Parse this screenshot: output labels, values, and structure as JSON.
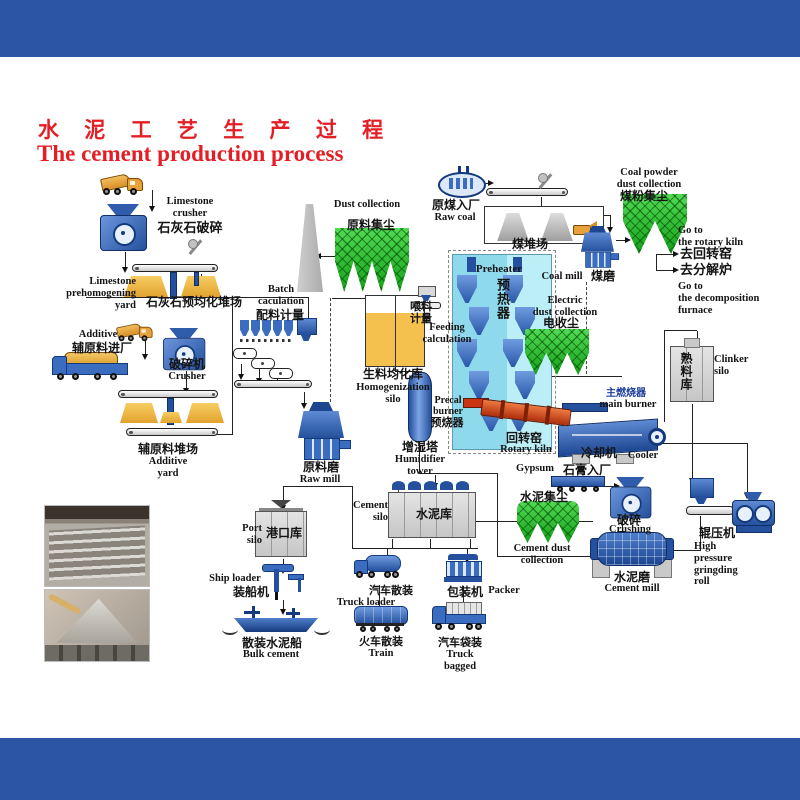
{
  "title": {
    "zh": "水 泥 工 艺 生 产 过 程",
    "en": "The cement production process"
  },
  "colors": {
    "band": "#2d55a5",
    "title_red": "#e31e25",
    "machine_blue": "#3a6cc0",
    "machine_dark_blue": "#143a7e",
    "collector_green": "#2ec02e",
    "kiln_red": "#cc3a12",
    "pile_yellow": "#f2c14e",
    "preheater_cyan": "#8fd9ec",
    "silo_gray": "#c9c9c9"
  },
  "nodes": {
    "limestone_crusher": {
      "en": "Limestone\ncrusher",
      "zh": "石灰石破碎"
    },
    "limestone_yard": {
      "en": "Limestone\nprehomogening\nyard",
      "zh": "石灰石预均化堆场"
    },
    "additive_in": {
      "en": "Additive",
      "zh": "辅原料进厂"
    },
    "additive_crusher": {
      "zh": "破碎机",
      "en": "Crusher"
    },
    "additive_yard": {
      "zh": "辅原料堆场",
      "en": "Additive\nyard"
    },
    "batch": {
      "en": "Batch\ncaculation",
      "zh": "配料计量"
    },
    "raw_mill": {
      "zh": "原料磨",
      "en": "Raw mill"
    },
    "dust_collection": {
      "en": "Dust collection",
      "zh": "原料集尘"
    },
    "homogenization_silo": {
      "zh": "生料均化库",
      "en": "Homogenization\nsilo"
    },
    "feeding": {
      "zh": "喂料\n计量",
      "en": "Feeding\ncalculation"
    },
    "humidifier": {
      "zh": "增湿塔",
      "en": "Humidifier\ntower"
    },
    "preheater": {
      "en": "Preheater",
      "zh": "预热器"
    },
    "precal_burner": {
      "en": "Precal\nburner",
      "zh": "预烧器"
    },
    "raw_coal": {
      "zh": "原煤入厂",
      "en": "Raw coal"
    },
    "coal_yard": {
      "zh": "煤堆场"
    },
    "coal_mill": {
      "en": "Coal mill",
      "zh": "煤磨"
    },
    "coal_dust": {
      "en": "Coal powder\ndust collection",
      "zh": "煤粉集尘"
    },
    "go_rotary_kiln": {
      "en": "Go to\nthe rotary kiln",
      "zh": "去回转窑"
    },
    "go_decomposition": {
      "zh": "去分解炉",
      "en": "Go to\nthe decomposition\nfurnace"
    },
    "electric_dust": {
      "en": "Electric\ndust collection",
      "zh": "电收尘"
    },
    "clinker_silo": {
      "zh": "熟料库",
      "en": "Clinker\nsilo"
    },
    "main_burner": {
      "zh": "主燃烧器",
      "en": "main burner"
    },
    "rotary_kiln": {
      "zh": "回转窑",
      "en": "Rotary kiln"
    },
    "cooler": {
      "zh": "冷却机",
      "en": "Cooler"
    },
    "gypsum": {
      "en": "Gypsum",
      "zh": "石膏入厂"
    },
    "cement_dust": {
      "zh": "水泥集尘",
      "en": "Cement dust\ncollection"
    },
    "crushing": {
      "zh": "破碎",
      "en": "Crushing"
    },
    "roll_press": {
      "zh": "辊压机",
      "en": "High\npressure\ngringding\nroll"
    },
    "cement_mill": {
      "zh": "水泥磨",
      "en": "Cement mill"
    },
    "cement_silo": {
      "en": "Cement\nsilo",
      "zh": "水泥库"
    },
    "port_silo": {
      "en": "Port\nsilo",
      "zh": "港口库"
    },
    "ship_loader": {
      "en": "Ship loader",
      "zh": "装船机"
    },
    "bulk_cement": {
      "zh": "散装水泥船",
      "en": "Bulk cement"
    },
    "truck_loader": {
      "zh": "汽车散装",
      "en": "Truck loader"
    },
    "train": {
      "zh": "火车散装",
      "en": "Train"
    },
    "packer": {
      "zh": "包装机",
      "en": "Packer"
    },
    "truck_bagged": {
      "zh": "汽车袋装",
      "en": "Truck\nbagged"
    }
  }
}
